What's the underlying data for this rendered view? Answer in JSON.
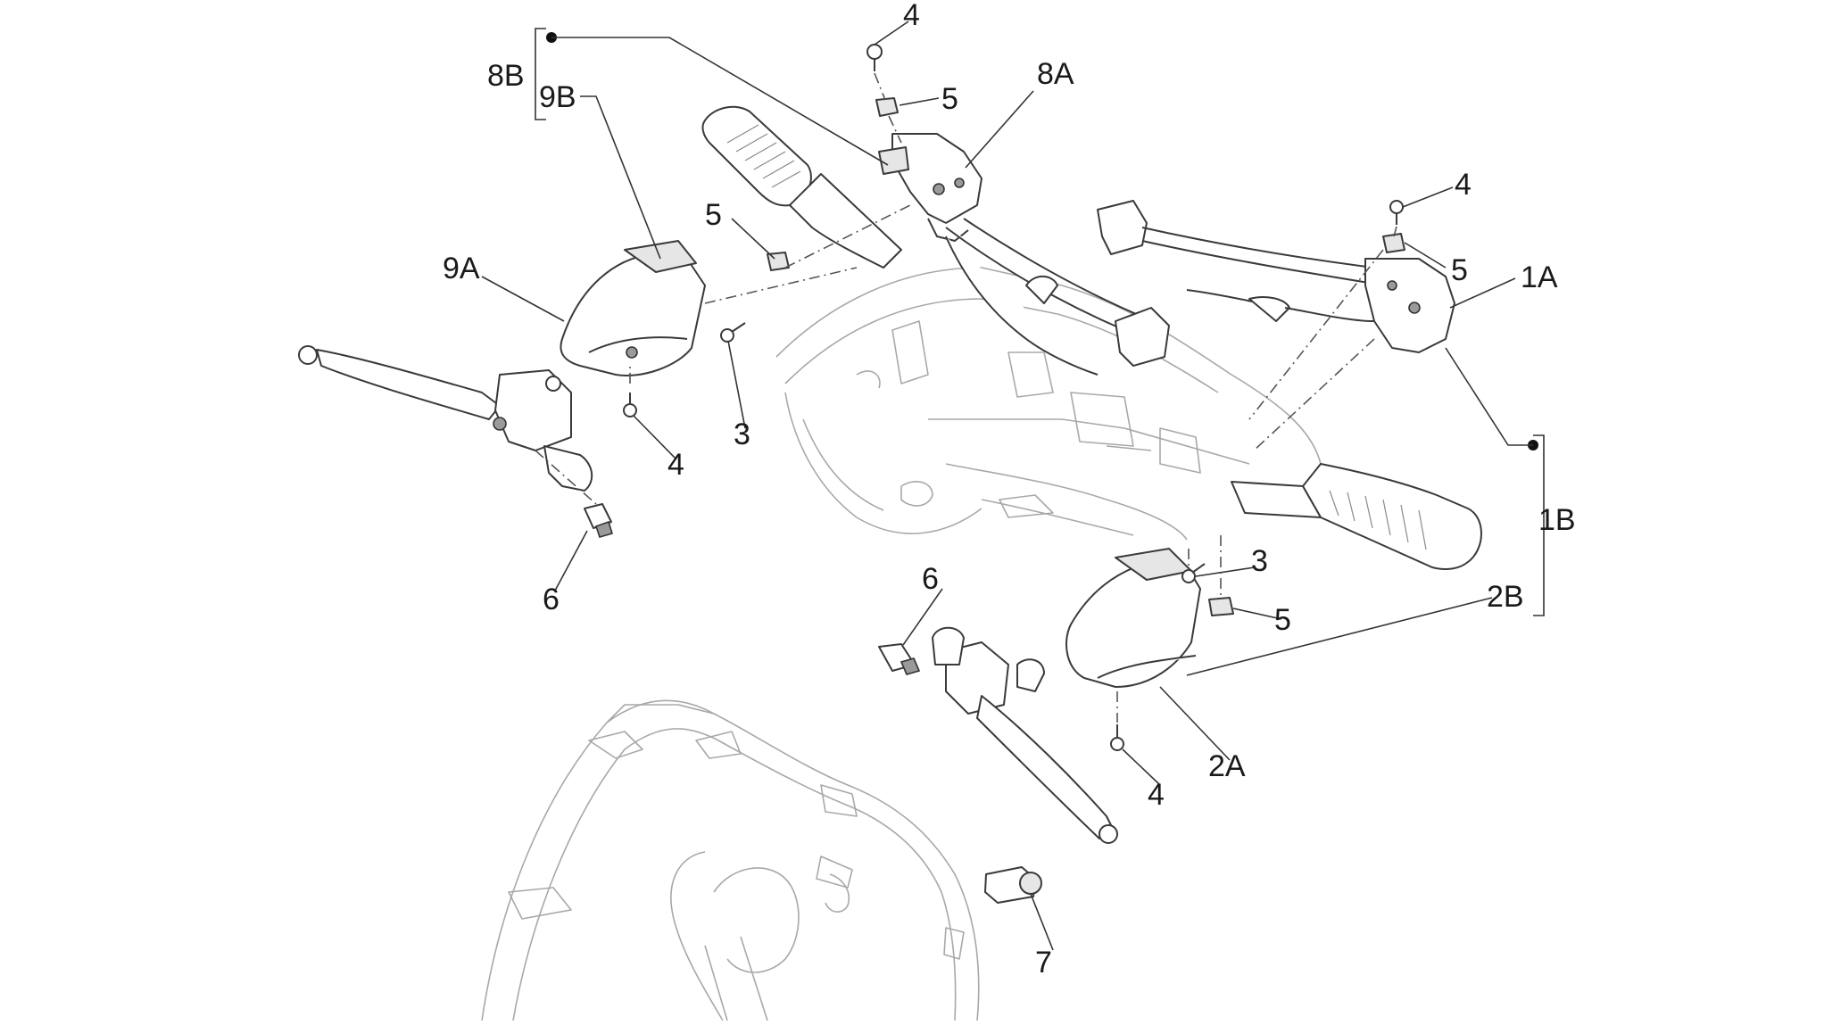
{
  "callouts": [
    {
      "id": "4-top",
      "text": "4"
    },
    {
      "id": "5-top",
      "text": "5"
    },
    {
      "id": "8A",
      "text": "8A"
    },
    {
      "id": "8B",
      "text": "8B"
    },
    {
      "id": "9B",
      "text": "9B"
    },
    {
      "id": "9A",
      "text": "9A"
    },
    {
      "id": "5-left",
      "text": "5"
    },
    {
      "id": "3-left",
      "text": "3"
    },
    {
      "id": "4-left",
      "text": "4"
    },
    {
      "id": "6-left",
      "text": "6"
    },
    {
      "id": "4-right",
      "text": "4"
    },
    {
      "id": "5-right",
      "text": "5"
    },
    {
      "id": "1A",
      "text": "1A"
    },
    {
      "id": "1B",
      "text": "1B"
    },
    {
      "id": "3-right",
      "text": "3"
    },
    {
      "id": "5-lower",
      "text": "5"
    },
    {
      "id": "2B",
      "text": "2B"
    },
    {
      "id": "6-center",
      "text": "6"
    },
    {
      "id": "2A",
      "text": "2A"
    },
    {
      "id": "4-lower",
      "text": "4"
    },
    {
      "id": "7",
      "text": "7"
    }
  ],
  "palette": {
    "line": "#3a3a3a",
    "faint": "#a8a8a8",
    "text": "#1a1a1a",
    "background": "#ffffff"
  }
}
